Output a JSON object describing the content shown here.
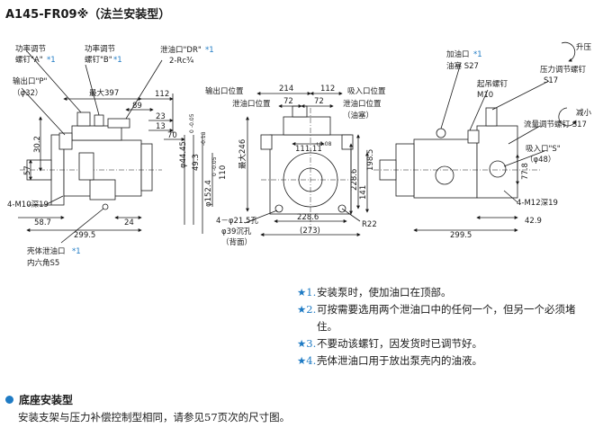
{
  "title": "A145-FR09※（法兰安装型）",
  "left_view": {
    "power_screw_a": "功率调节",
    "power_screw_a2": "螺钉\"A\"",
    "power_screw_b": "功率调节",
    "power_screw_b2": "螺钉\"B\"",
    "star1": "*1",
    "drain_dr": "泄油口\"DR\"",
    "drain_size": "2-Rc¾",
    "outlet_p": "输出口\"P\"",
    "outlet_dia": "（φ32）",
    "max397": "最大397",
    "d112": "112",
    "d89": "89",
    "d23": "23",
    "d13": "13",
    "d70": "70",
    "d44": "φ44.45",
    "tol44a": "0",
    "tol44b": "-0.05",
    "d49": "49.3",
    "d49tol": "-0.18",
    "d152": "φ152.4",
    "tol152a": "0",
    "tol152b": "-0.05",
    "d110": "110",
    "d30": "30.2",
    "d57": "57",
    "bolt_a": "4-M10深19",
    "d58": "58.7",
    "d24": "24",
    "d299": "299.5",
    "case_drain": "壳体泄油口",
    "hex": "内六角S5"
  },
  "mid_view": {
    "out_pos": "输出口位置",
    "d214": "214",
    "d112": "112",
    "in_pos": "吸入口位置",
    "drain_pos1": "泄油口位置",
    "d72a": "72",
    "d72b": "72",
    "drain_pos2": "泄油口位置",
    "plugged": "（油塞）",
    "max246": "最大246",
    "d111": "111.11",
    "d111tol": "+0.08",
    "d1985": "198.5",
    "d2286v": "228.6",
    "d141": "141",
    "d2286h": "228.6",
    "r22": "R22",
    "d273": "(273)",
    "hole_a": "4－φ21.5孔",
    "hole_b": "φ39沉孔",
    "hole_c": "（背面）"
  },
  "right_view": {
    "fill_port": "加油口",
    "fill_plug": "油塞 S27",
    "lift_bolt": "起吊螺钉",
    "lift_size": "M10",
    "up": "升压",
    "pressure_screw": "压力调节螺钉",
    "pressure_size": "S17",
    "down": "减小",
    "flow_screw": "流量调节螺钉 S17",
    "suction": "吸入口\"S\"",
    "suction_dia": "（φ48）",
    "d778": "77.8",
    "bolt_b": "4-M12深19",
    "d429": "42.9",
    "d299": "299.5"
  },
  "notes": [
    {
      "mark": "★1.",
      "text": "安装泵时，使加油口在顶部。"
    },
    {
      "mark": "★2.",
      "text": "可按需要选用两个泄油口中的任何一个，但另一个必须堵住。"
    },
    {
      "mark": "★3.",
      "text": "不要动该螺钉，因发货时已调节好。"
    },
    {
      "mark": "★4.",
      "text": "壳体泄油口用于放出泵壳内的油液。"
    }
  ],
  "base_mount": {
    "title": "底座安装型",
    "desc": "安装支架与压力补偿控制型相同，请参见57页次的尺寸图。"
  },
  "colors": {
    "accent": "#1f7bc4",
    "line": "#1a1a1a",
    "body_fill": "#ffffff"
  }
}
